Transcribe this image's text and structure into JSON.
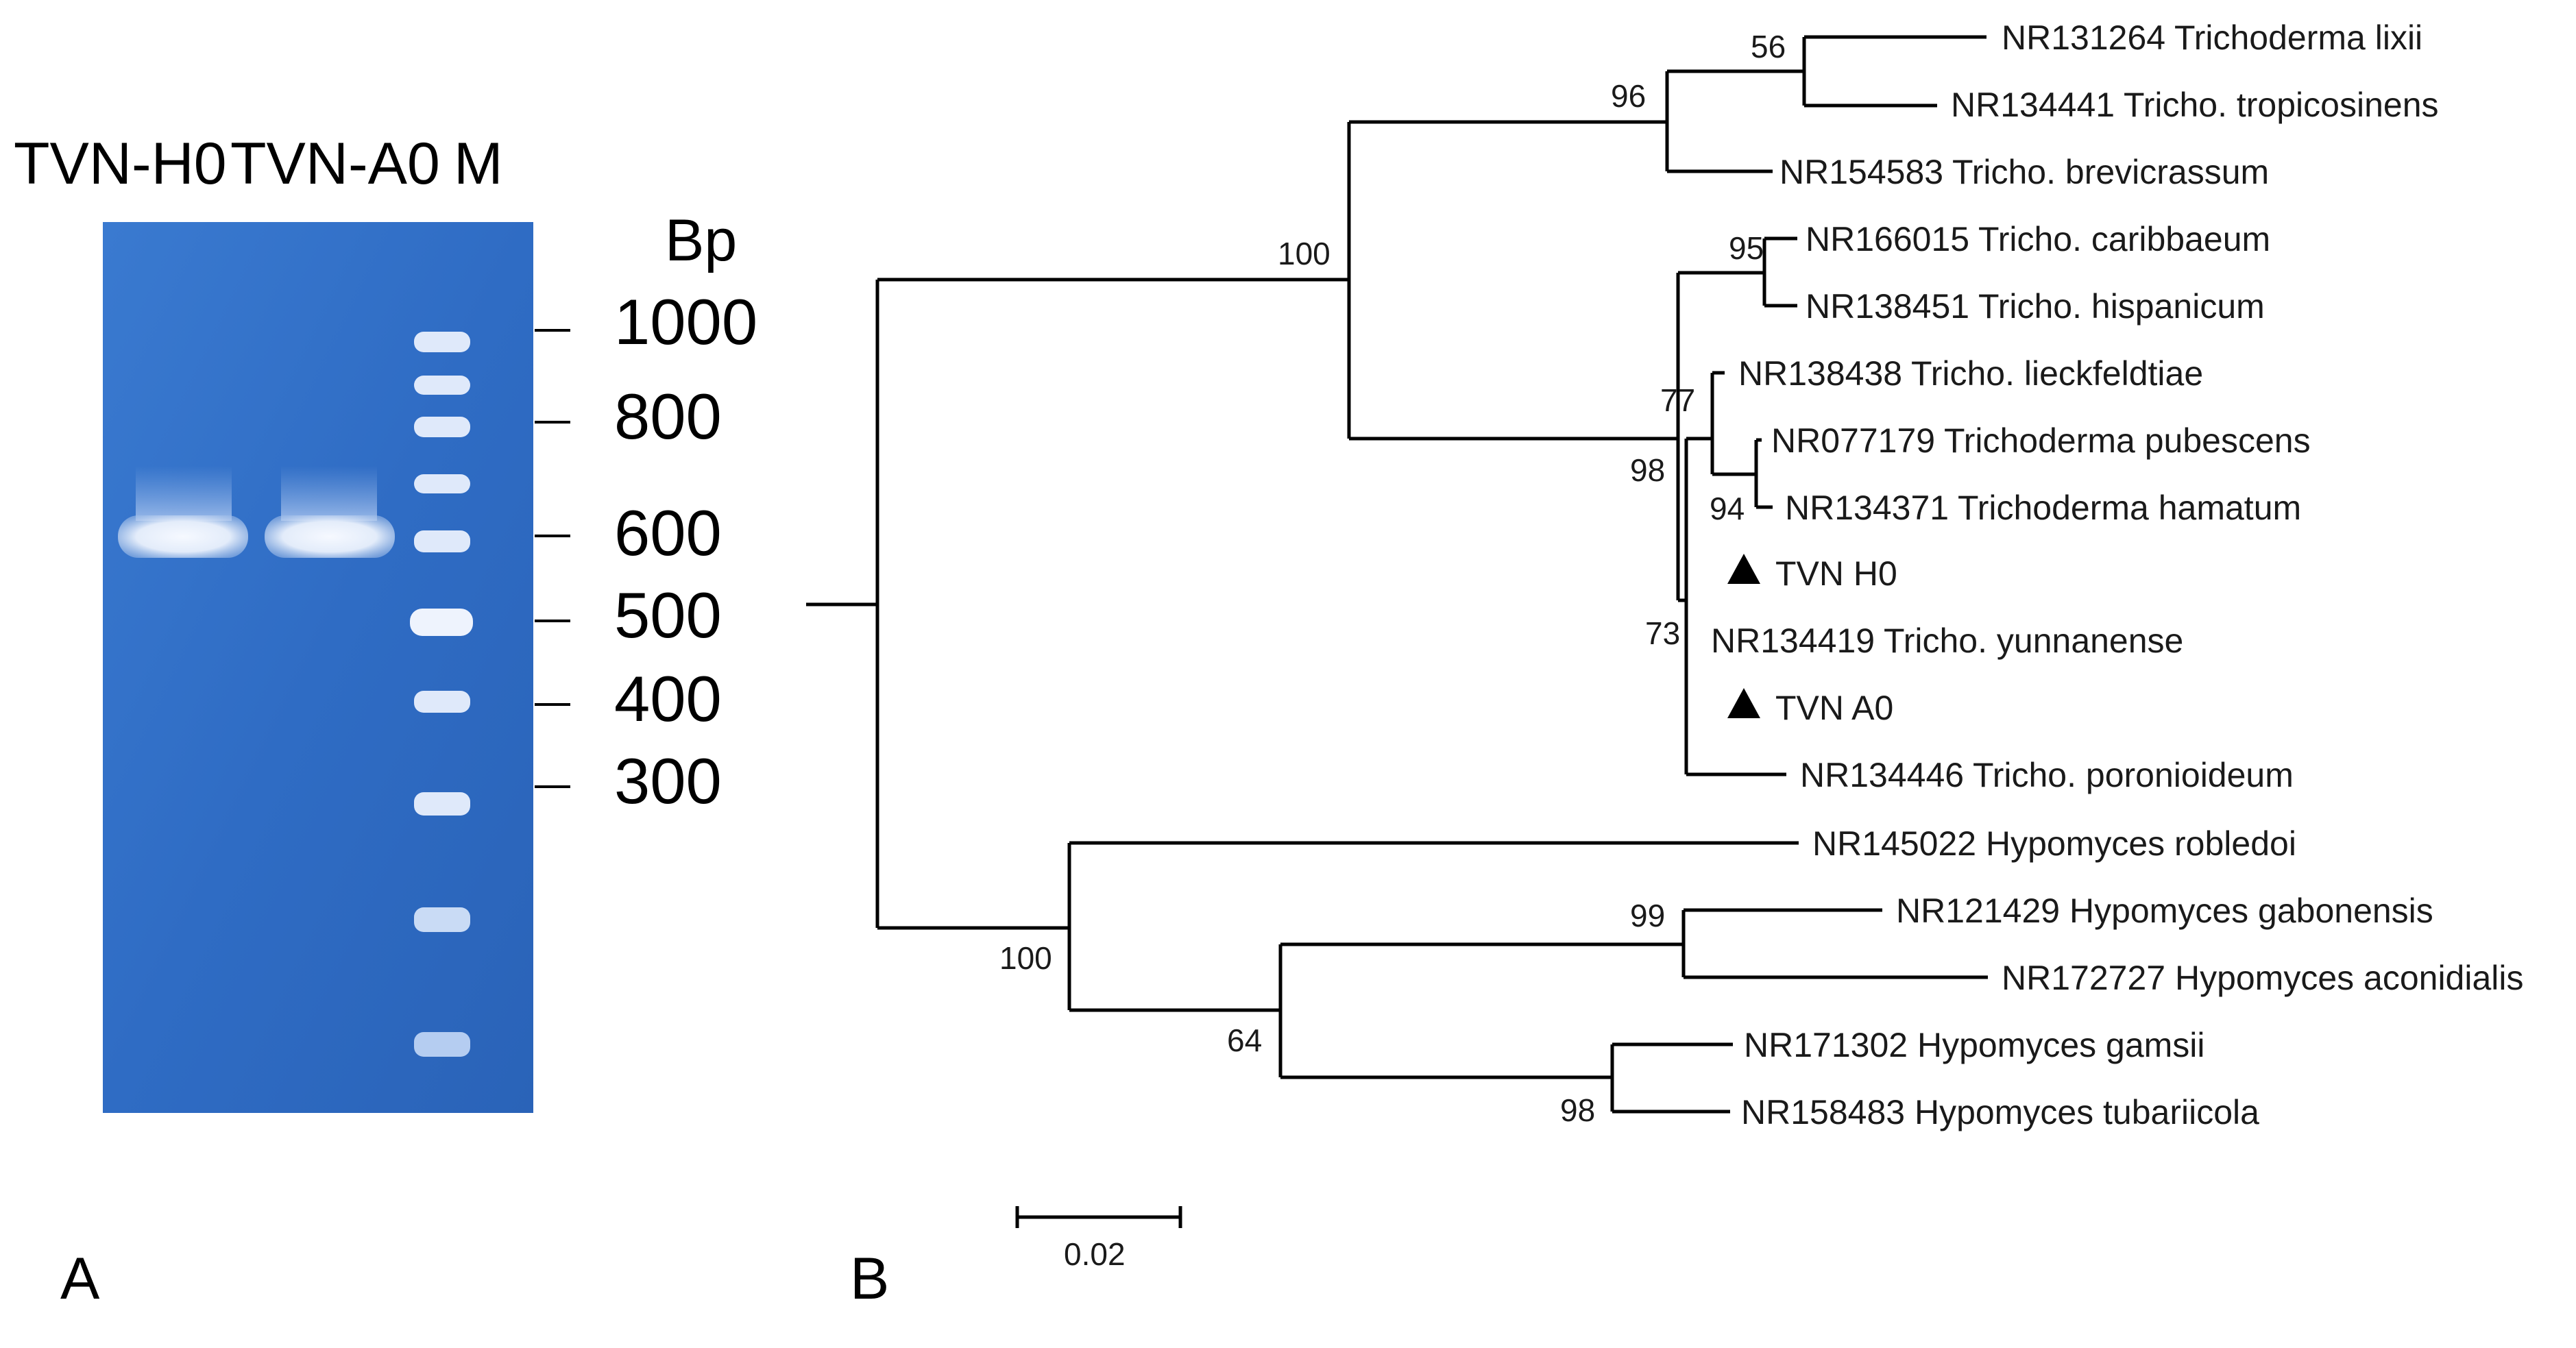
{
  "panel_a": {
    "letter": "A",
    "lane_labels": [
      "TVN-H0",
      "TVN-A0",
      "M"
    ],
    "unit_label": "Bp",
    "ladder_labels": [
      "1000",
      "800",
      "600",
      "500",
      "400",
      "300"
    ],
    "colors": {
      "gel": "#2f6cc4",
      "band": "#e9f0fb"
    }
  },
  "panel_b": {
    "letter": "B",
    "scale_label": "0.02",
    "taxa": [
      {
        "id": "t1",
        "label": "NR131264 Trichoderma lixii",
        "marker": false
      },
      {
        "id": "t2",
        "label": "NR134441 Tricho. tropicosinens",
        "marker": false
      },
      {
        "id": "t3",
        "label": "NR154583 Tricho. brevicrassum",
        "marker": false
      },
      {
        "id": "t4",
        "label": "NR166015 Tricho. caribbaeum",
        "marker": false
      },
      {
        "id": "t5",
        "label": "NR138451 Tricho. hispanicum",
        "marker": false
      },
      {
        "id": "t6",
        "label": "NR138438 Tricho. lieckfeldtiae",
        "marker": false
      },
      {
        "id": "t7",
        "label": "NR077179 Trichoderma pubescens",
        "marker": false
      },
      {
        "id": "t8",
        "label": "NR134371 Trichoderma hamatum",
        "marker": false
      },
      {
        "id": "t9",
        "label": "TVN H0",
        "marker": true
      },
      {
        "id": "t10",
        "label": "NR134419 Tricho. yunnanense",
        "marker": false
      },
      {
        "id": "t11",
        "label": "TVN A0",
        "marker": true
      },
      {
        "id": "t12",
        "label": "NR134446 Tricho. poronioideum",
        "marker": false
      },
      {
        "id": "t13",
        "label": "NR145022 Hypomyces robledoi",
        "marker": false
      },
      {
        "id": "t14",
        "label": "NR121429 Hypomyces gabonensis",
        "marker": false
      },
      {
        "id": "t15",
        "label": "NR172727 Hypomyces aconidialis",
        "marker": false
      },
      {
        "id": "t16",
        "label": "NR171302 Hypomyces gamsii",
        "marker": false
      },
      {
        "id": "t17",
        "label": "NR158483 Hypomyces tubariicola",
        "marker": false
      }
    ],
    "bootstrap_values": [
      "56",
      "96",
      "100",
      "95",
      "77",
      "98",
      "94",
      "73",
      "99",
      "100",
      "64",
      "98"
    ]
  }
}
